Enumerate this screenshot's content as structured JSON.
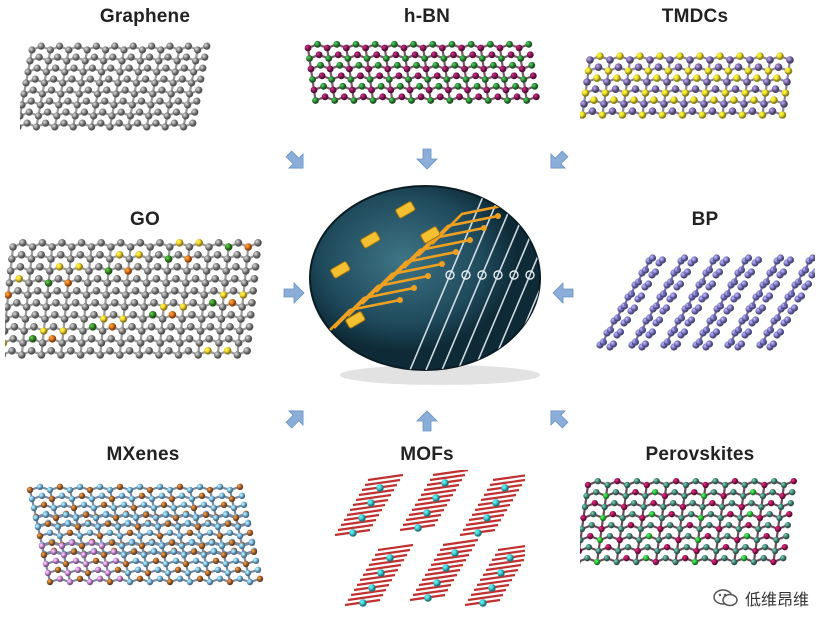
{
  "materials": {
    "graphene": "Graphene",
    "hbn": "h-BN",
    "tmdcs": "TMDCs",
    "go": "GO",
    "bp": "BP",
    "mxenes": "MXenes",
    "mofs": "MOFs",
    "perovskites": "Perovskites"
  },
  "watermark": "低维昂维",
  "colors": {
    "carbon": "#8a8a8a",
    "boron": "#8b1a5a",
    "nitrogen": "#2e8b3a",
    "tmdc_metal": "#7a6aa6",
    "tmdc_chalcogen": "#e8d92a",
    "bp": "#7c78c8",
    "go_oxygen_yellow": "#f0d030",
    "go_green": "#3a8a2a",
    "go_orange": "#e07020",
    "arrow": "#8aaed8",
    "chip_bg": "#1f4a5c",
    "circuit_gold": "#f0a020"
  }
}
